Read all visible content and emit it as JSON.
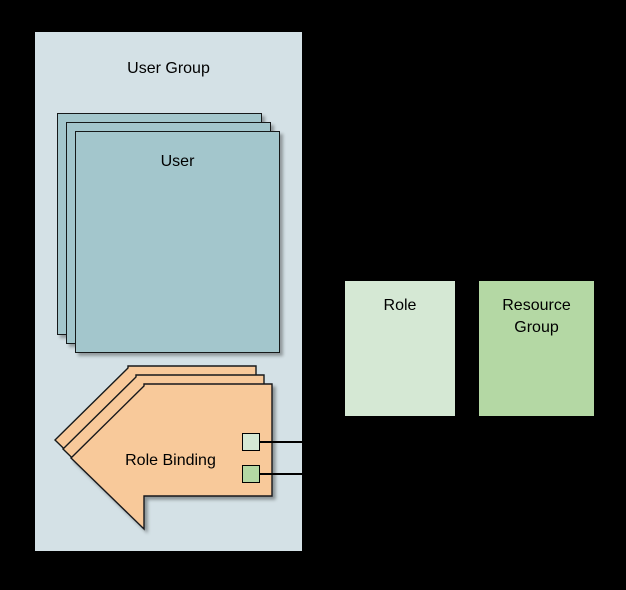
{
  "diagram": {
    "type": "rbac-entity-relationship",
    "background_color": "#000000",
    "nodes": {
      "user_group": {
        "label": "User Group",
        "fill": "#d4e1e6"
      },
      "user": {
        "label": "User",
        "fill": "#a3c6cc",
        "stack_count": 3
      },
      "role_binding": {
        "label": "Role Binding",
        "fill": "#f8c99a",
        "shape": "left-arrow",
        "stack_count": 3
      },
      "role": {
        "label": "Role",
        "fill": "#d5e8d4"
      },
      "resource_group": {
        "label": "Resource\nGroup",
        "fill": "#b4d8a4"
      }
    },
    "ports": [
      {
        "name": "role-port",
        "fill": "#d5e8d4"
      },
      {
        "name": "resource-port",
        "fill": "#b4d8a4"
      }
    ],
    "edges": [
      {
        "from": "role-binding",
        "to": "role",
        "style": "solid"
      },
      {
        "from": "role-binding",
        "to": "resource-group",
        "style": "solid"
      }
    ]
  }
}
